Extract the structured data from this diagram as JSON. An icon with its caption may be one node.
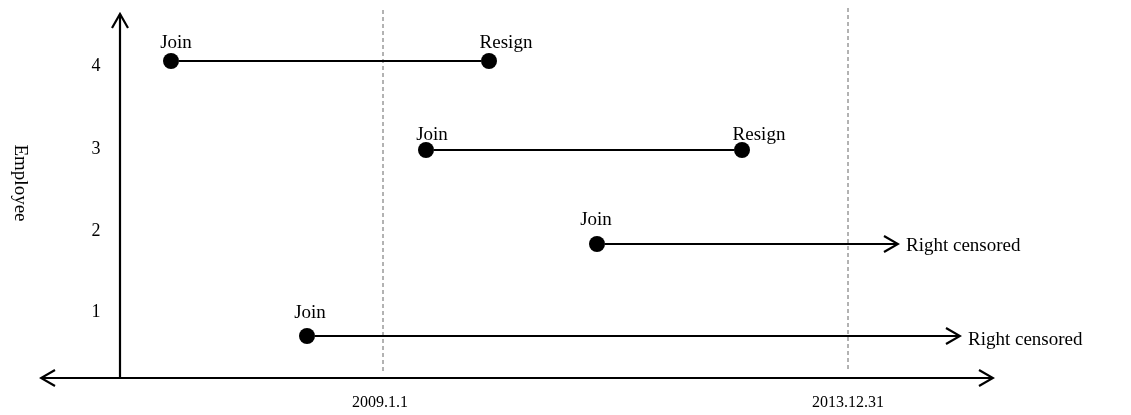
{
  "diagram": {
    "nodes": [
      {
        "text": [],
        "shape": "circle",
        "beside": [
          "Join"
        ]
      },
      {
        "text": [],
        "shape": "circle",
        "beside": [
          "Resign"
        ]
      },
      {
        "text": [],
        "shape": "circle",
        "beside": [
          "Join"
        ]
      },
      {
        "text": [],
        "shape": "circle",
        "beside": [
          "Resign"
        ]
      },
      {
        "text": [],
        "shape": "circle",
        "beside": [
          "Join"
        ]
      },
      {
        "text": [
          "Right censored"
        ]
      },
      {
        "text": [],
        "shape": "circle",
        "beside": [
          "Join"
        ]
      },
      {
        "text": [
          "Right censored"
        ]
      }
    ],
    "edges": [
      {
        "from": 0,
        "to": 1,
        "arrow": "none"
      },
      {
        "from": 2,
        "to": 3,
        "arrow": "none"
      },
      {
        "from": 4,
        "to": 5,
        "arrow": "to"
      },
      {
        "from": 6,
        "to": 7,
        "arrow": "to"
      }
    ],
    "labels": [
      "4",
      "3",
      "2",
      "1",
      "Employee",
      "2009.1.1",
      "2013.12.31"
    ]
  }
}
